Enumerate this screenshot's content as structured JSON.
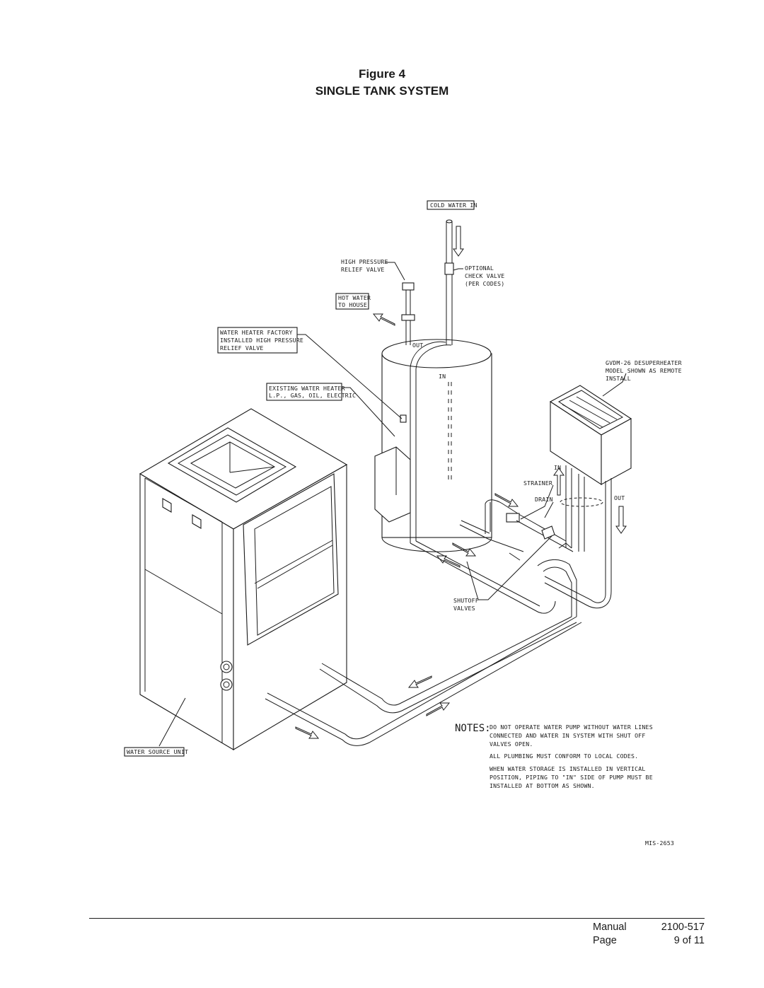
{
  "figure": {
    "number": "Figure 4",
    "title": "SINGLE TANK SYSTEM"
  },
  "labels": {
    "cold_water_in": "COLD WATER IN",
    "high_pressure_relief_1": "HIGH PRESSURE",
    "high_pressure_relief_2": "RELIEF VALVE",
    "optional_check_1": "OPTIONAL",
    "optional_check_2": "CHECK VALVE",
    "optional_check_3": "(PER CODES)",
    "hot_water_1": "HOT WATER",
    "hot_water_2": "TO HOUSE",
    "factory_relief_1": "WATER HEATER FACTORY",
    "factory_relief_2": "INSTALLED HIGH PRESSURE",
    "factory_relief_3": "RELIEF VALVE",
    "out_tank": "OUT",
    "in_tank": "IN",
    "desuperheater_1": "GVDM-26 DESUPERHEATER",
    "desuperheater_2": "MODEL SHOWN AS REMOTE",
    "desuperheater_3": "INSTALL",
    "existing_heater_1": "EXISTING WATER HEATER",
    "existing_heater_2": "L.P., GAS, OIL, ELECTRIC",
    "in_pump": "IN",
    "strainer": "STRAINER",
    "drain": "DRAIN",
    "out_pump": "OUT",
    "shutoff_1": "SHUTOFF",
    "shutoff_2": "VALVES",
    "water_source_unit": "WATER SOURCE UNIT",
    "drawing_number": "MIS-2653"
  },
  "notes": {
    "heading": "NOTES:",
    "lines": [
      "DO NOT OPERATE WATER PUMP WITHOUT WATER LINES",
      "CONNECTED AND WATER IN SYSTEM WITH SHUT OFF",
      "VALVES OPEN.",
      "ALL PLUMBING MUST CONFORM TO LOCAL CODES.",
      "WHEN WATER STORAGE IS INSTALLED IN VERTICAL",
      "POSITION, PIPING TO \"IN\" SIDE OF PUMP MUST BE",
      "INSTALLED AT BOTTOM AS SHOWN."
    ]
  },
  "footer": {
    "manual_label": "Manual",
    "manual_value": "2100-517",
    "page_label": "Page",
    "page_value": "9 of 11"
  }
}
